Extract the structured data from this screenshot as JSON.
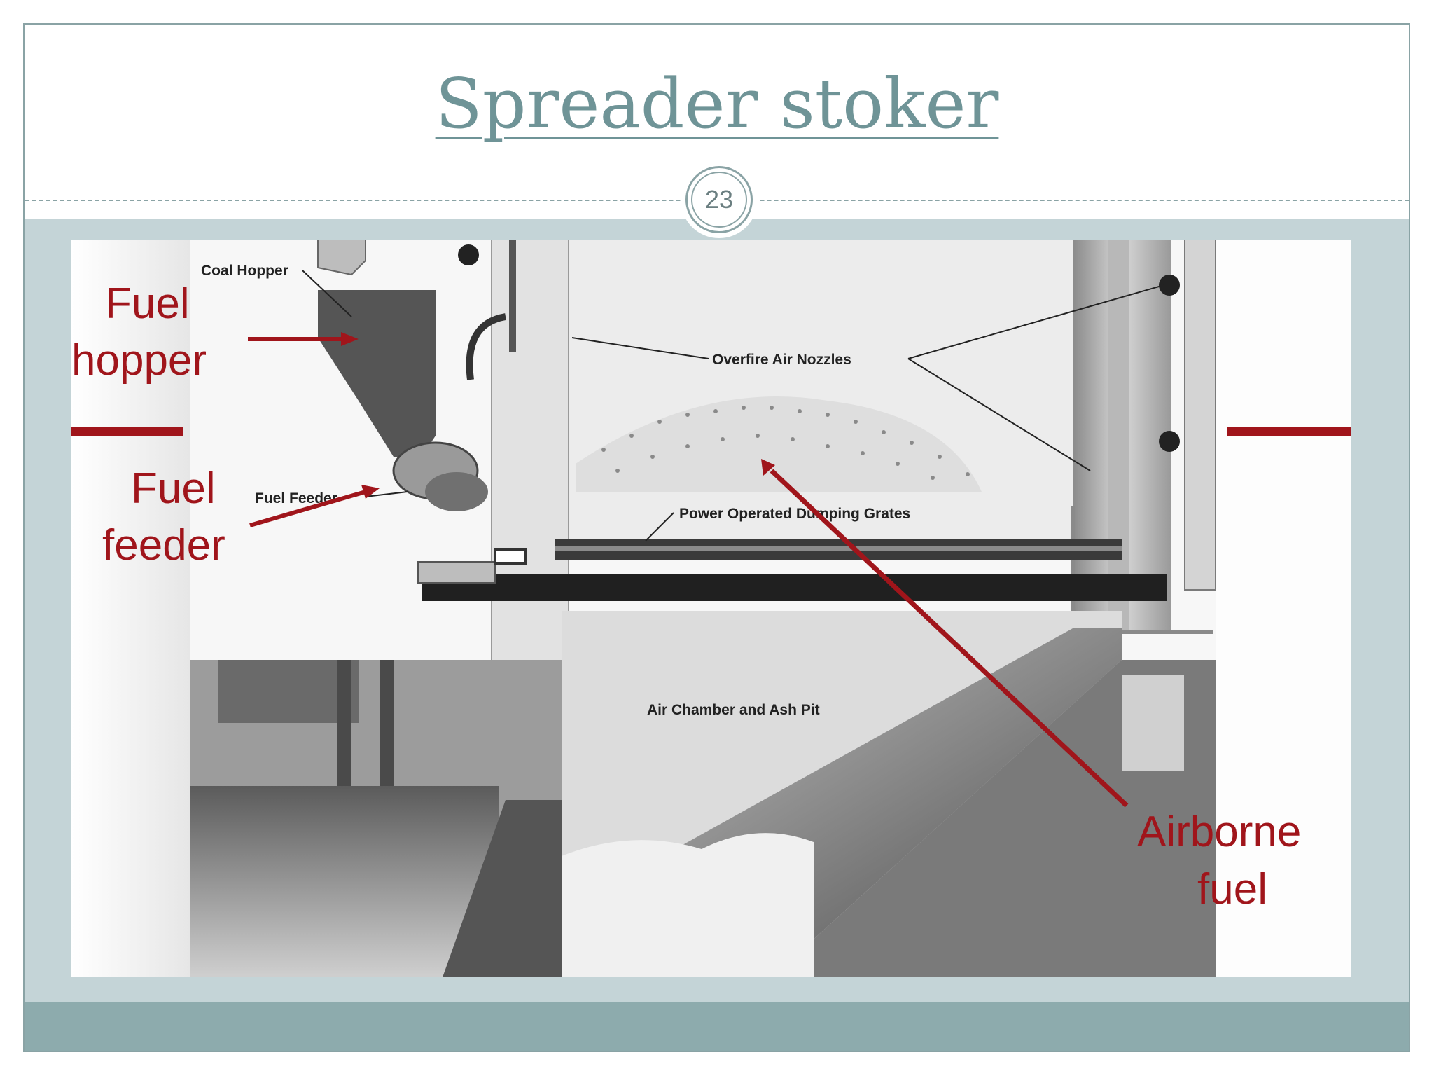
{
  "slide": {
    "title": "Spreader stoker",
    "page_number": "23"
  },
  "diagram": {
    "labels": {
      "coal_hopper": "Coal Hopper",
      "overfire_air_nozzles": "Overfire Air Nozzles",
      "fuel_feeder_small": "Fuel Feeder",
      "power_operated_dumping_grates": "Power Operated Dumping Grates",
      "air_chamber_ash_pit": "Air Chamber and Ash Pit"
    },
    "annotations": {
      "fuel_hopper_line1": "Fuel",
      "fuel_hopper_line2": "hopper",
      "fuel_feeder_line1": "Fuel",
      "fuel_feeder_line2": "feeder",
      "airborne_fuel_line1": "Airborne",
      "airborne_fuel_line2": "fuel"
    },
    "annotation_color": "#a0151b"
  }
}
